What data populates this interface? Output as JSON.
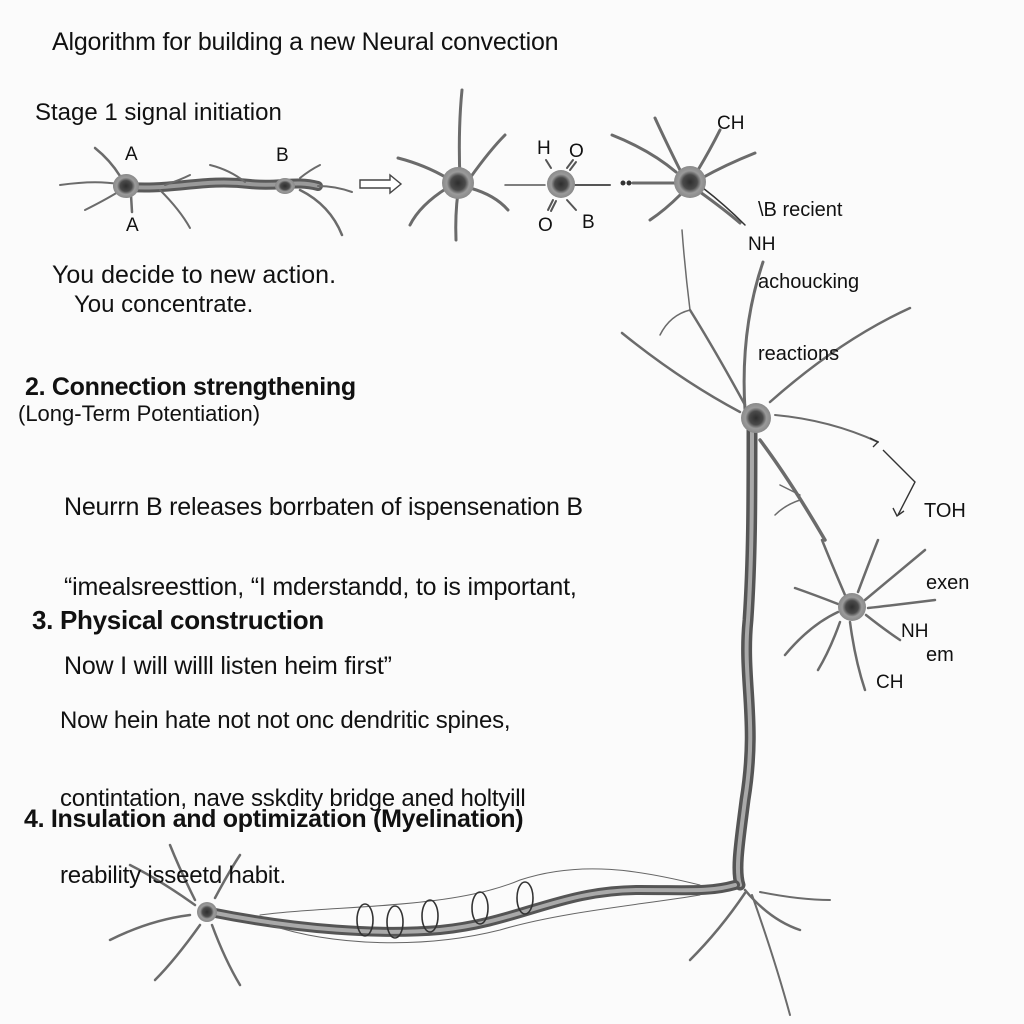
{
  "title": "Algorithm for building a new Neural convection",
  "stage1": {
    "heading": "Stage 1 signal initiation",
    "neuron_labels": [
      "A",
      "A",
      "B"
    ],
    "molecule_labels": [
      "H",
      "O",
      "O",
      "B"
    ],
    "top_labels": [
      "CH",
      "NH"
    ],
    "side_note": [
      "\\B recient",
      "achoucking",
      "reactions"
    ],
    "description_line1": "You decide to new action.",
    "description_line2": "You concentrate."
  },
  "stage2": {
    "heading": "2. Connection strengthening",
    "subheading": "(Long-Term Potentiation)",
    "body": [
      "Neurrn B releases borrbaten of ispensenation B",
      "“imealsreesttion, “I mderstandd, to is important,",
      "Now I will willl listen heim first”"
    ],
    "side_note": [
      "TOH",
      "exen",
      "em"
    ]
  },
  "stage3": {
    "heading": "3. Physical construction",
    "body": [
      "Now hein hate not not onc dendritic spines,",
      "contintation, nave sskdity bridge aned holtyill",
      "reability isseetd habit."
    ],
    "labels": [
      "NH",
      "CH"
    ]
  },
  "stage4": {
    "heading": "4. Insulation and optimization (Myelination)"
  },
  "colors": {
    "background": "#fbfbfb",
    "ink": "#111111",
    "neuron_fill": "#8a8a8a",
    "neuron_stroke": "#555555",
    "nucleus": "#3a3a3a"
  }
}
